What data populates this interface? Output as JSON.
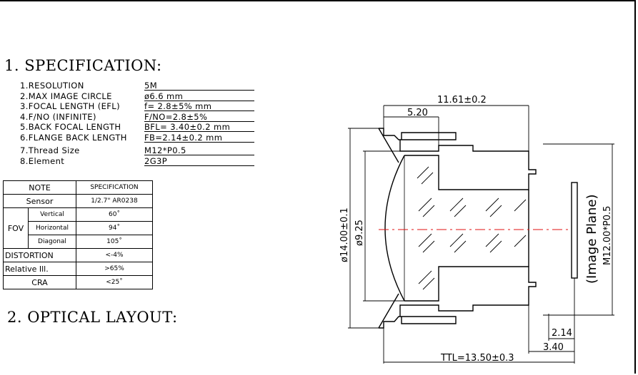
{
  "headings": {
    "spec": "1. SPECIFICATION:",
    "optical": "2. OPTICAL LAYOUT:"
  },
  "spec_items": [
    {
      "label": "1.RESOLUTION",
      "value": "5M"
    },
    {
      "label": "2.MAX IMAGE CIRCLE",
      "value": "ø6.6 mm"
    },
    {
      "label": "3.FOCAL LENGTH (EFL)",
      "value": "f= 2.8±5% mm"
    },
    {
      "label": "4.F/NO (INFINITE)",
      "value": "F/NO=2.8±5%"
    },
    {
      "label": "5.BACK FOCAL LENGTH",
      "value": "BFL= 3.40±0.2 mm"
    },
    {
      "label": "6.FLANGE BACK LENGTH",
      "value": "FB=2.14±0.2 mm"
    },
    {
      "label": "7.Thread Size",
      "value": "M12*P0.5"
    },
    {
      "label": "8.Element",
      "value": "2G3P"
    }
  ],
  "table": {
    "note": "NOTE",
    "specification": "SPECIFICATION",
    "sensor_label": "Sensor",
    "sensor_value": "1/2.7\" AR0238",
    "fov_label": "FOV",
    "vertical_label": "Vertical",
    "vertical_value": "60˚",
    "horizontal_label": "Horizontal",
    "horizontal_value": "94˚",
    "diagonal_label": "Diagonal",
    "diagonal_value": "105˚",
    "distortion_label": "DISTORTION",
    "distortion_value": "<-4%",
    "rel_ill_label": "Relative Ill.",
    "rel_ill_value": ">65%",
    "cra_label": "CRA",
    "cra_value": "<25˚"
  },
  "drawing": {
    "dim_top_total": "11.61±0.2",
    "dim_top_front": "5.20",
    "dim_outer_dia": "ø14.00±0.1",
    "dim_inner_dia": "ø9.25",
    "dim_flange": "2.14",
    "dim_bfl": "3.40",
    "dim_ttl": "TTL=13.50±0.3",
    "image_plane": "(Image Plane)",
    "thread": "M12.00*P0.5",
    "line_color": "#000000",
    "axis_color": "#e01010"
  }
}
